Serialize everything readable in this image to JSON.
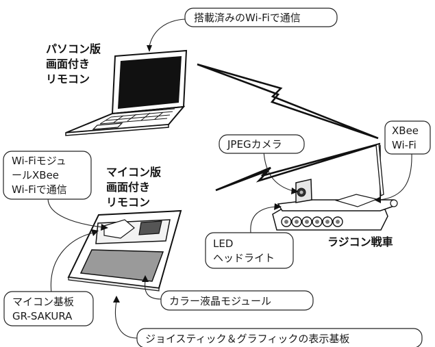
{
  "callouts": {
    "onboard_wifi": "搭載済みのWi-Fiで通信",
    "jpeg_camera": "JPEGカメラ",
    "xbee_wifi": [
      "XBee",
      "Wi-Fi"
    ],
    "wifi_module": [
      "Wi-Fiモジュ",
      "ールXBee",
      "Wi-Fiで通信"
    ],
    "led_headlight": [
      "LED",
      "ヘッドライト"
    ],
    "lcd_module": "カラー液晶モジュール",
    "mcu_board": [
      "マイコン基板",
      "GR-SAKURA"
    ],
    "joystick_board": "ジョイスティック＆グラフィックの表示基板"
  },
  "titles": {
    "pc_remote": [
      "パソコン版",
      "画面付き",
      "リモコン"
    ],
    "mcu_remote": [
      "マイコン版",
      "画面付き",
      "リモコン"
    ],
    "rc_tank": "ラジコン戦車"
  }
}
